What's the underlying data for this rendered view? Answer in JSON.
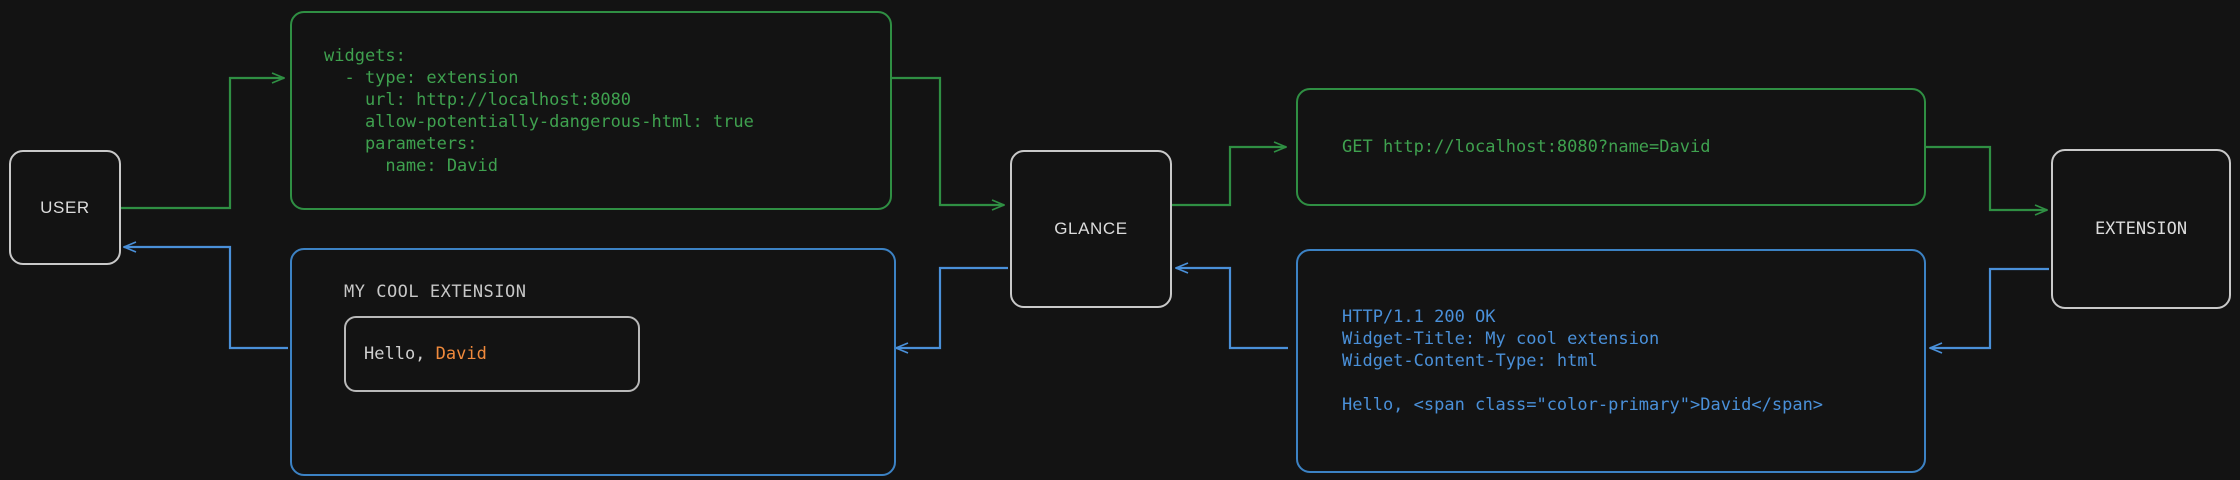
{
  "diagram": {
    "title": "Glance extension widget request flow",
    "background_color": "#131313",
    "colors": {
      "request_green": "#2f8f43",
      "response_blue": "#3c82c4",
      "node_border": "#c9c9c9",
      "accent_orange": "#f08a3c"
    }
  },
  "nodes": {
    "user": {
      "label": "USER"
    },
    "glance": {
      "label": "GLANCE"
    },
    "extension": {
      "label": "EXTENSION"
    }
  },
  "messages": {
    "config_yaml": {
      "kind": "request",
      "lines": [
        "widgets:",
        "  - type: extension",
        "    url: http://localhost:8080",
        "    allow-potentially-dangerous-html: true",
        "    parameters:",
        "      name: David"
      ],
      "text": "widgets:\n  - type: extension\n    url: http://localhost:8080\n    allow-potentially-dangerous-html: true\n    parameters:\n      name: David"
    },
    "http_request": {
      "kind": "request",
      "lines": [
        "GET http://localhost:8080?name=David"
      ],
      "text": "GET http://localhost:8080?name=David"
    },
    "http_response": {
      "kind": "response",
      "lines": [
        "HTTP/1.1 200 OK",
        "Widget-Title: My cool extension",
        "Widget-Content-Type: html",
        "",
        "Hello, <span class=\"color-primary\">David</span>"
      ],
      "text": "HTTP/1.1 200 OK\nWidget-Title: My cool extension\nWidget-Content-Type: html\n\nHello, <span class=\"color-primary\">David</span>"
    },
    "rendered_widget": {
      "kind": "response",
      "title": "MY COOL EXTENSION",
      "greeting_prefix": "Hello, ",
      "greeting_name": "David"
    }
  },
  "edges": [
    {
      "id": "user-to-config",
      "from": "user",
      "to": "config_yaml",
      "color": "#2f8f43",
      "direction": "right"
    },
    {
      "id": "config-to-glance",
      "from": "config_yaml",
      "to": "glance",
      "color": "#2f8f43",
      "direction": "right"
    },
    {
      "id": "glance-to-request",
      "from": "glance",
      "to": "http_request",
      "color": "#2f8f43",
      "direction": "right"
    },
    {
      "id": "request-to-extension",
      "from": "http_request",
      "to": "extension",
      "color": "#2f8f43",
      "direction": "right"
    },
    {
      "id": "extension-to-response",
      "from": "extension",
      "to": "http_response",
      "color": "#3c82c4",
      "direction": "left"
    },
    {
      "id": "response-to-glance",
      "from": "http_response",
      "to": "glance",
      "color": "#3c82c4",
      "direction": "left"
    },
    {
      "id": "glance-to-widget",
      "from": "glance",
      "to": "rendered_widget",
      "color": "#3c82c4",
      "direction": "left"
    },
    {
      "id": "widget-to-user",
      "from": "rendered_widget",
      "to": "user",
      "color": "#3c82c4",
      "direction": "left"
    }
  ]
}
